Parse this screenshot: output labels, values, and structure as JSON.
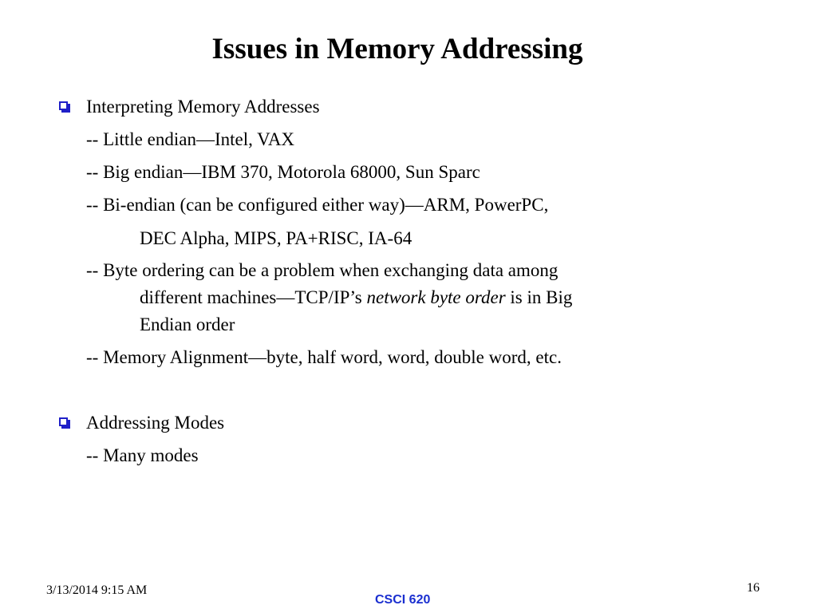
{
  "slide": {
    "title": "Issues in Memory Addressing",
    "bullets": [
      {
        "label": "Interpreting Memory Addresses",
        "lines": [
          "-- Little endian—Intel, VAX",
          "-- Big endian—IBM 370, Motorola 68000, Sun Sparc",
          "-- Bi-endian (can be configured either way)—ARM, PowerPC,",
          "DEC Alpha, MIPS, PA+RISC, IA-64",
          "-- Byte ordering can be a problem when exchanging data among",
          "different machines—TCP/IP’s ",
          "network byte order",
          " is in Big",
          "Endian order",
          "-- Memory Alignment—byte, half word, word, double word, etc."
        ]
      },
      {
        "label": "Addressing Modes",
        "lines": [
          "-- Many modes"
        ]
      }
    ]
  },
  "footer": {
    "date": "3/13/2014 9:15 AM",
    "course": "CSCI 620",
    "page": "16"
  },
  "colors": {
    "bullet": "#1f1fc8",
    "course": "#1a2fd0"
  },
  "icons": {
    "bullet": "hollow-square-bullet-icon"
  }
}
